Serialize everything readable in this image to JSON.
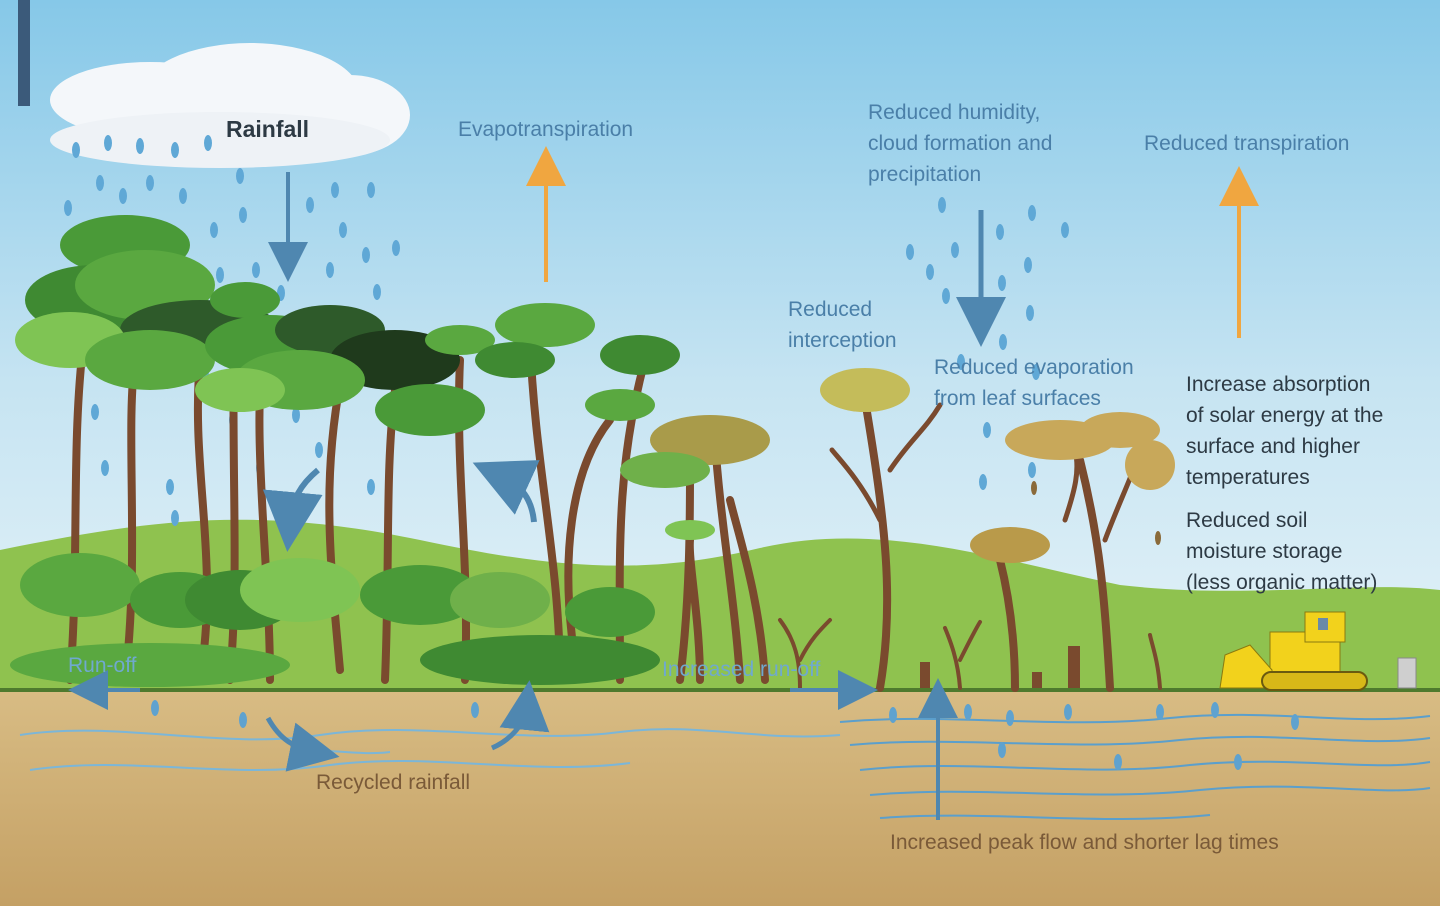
{
  "labels": {
    "rainfall": "Rainfall",
    "evapotranspiration": "Evapotranspiration",
    "reduced_humidity": "Reduced humidity,\ncloud formation and\nprecipitation",
    "reduced_transpiration": "Reduced transpiration",
    "reduced_interception": "Reduced\ninterception",
    "reduced_evaporation": "Reduced evaporation\nfrom leaf surfaces",
    "increase_absorption": "Increase absorption\nof solar energy at the\nsurface and higher\ntemperatures",
    "reduced_soil_moisture": "Reduced soil\nmoisture storage\n(less organic matter)",
    "run_off": "Run-off",
    "increased_run_off": "Increased run-off",
    "recycled_rainfall": "Recycled rainfall",
    "increased_peak_flow": "Increased peak flow and shorter lag times"
  },
  "colors": {
    "sky_top": "#7ec4e6",
    "sky_bottom": "#e3f1f8",
    "hill": "#8fc24f",
    "soil": "#c9a86c",
    "water_arrow": "#4f87b0",
    "heat_arrow": "#f0a640",
    "trunk": "#7a4a2e",
    "canopy_green": "#5aa840",
    "canopy_dry": "#b99a4a",
    "bulldozer": "#f2d21c"
  }
}
